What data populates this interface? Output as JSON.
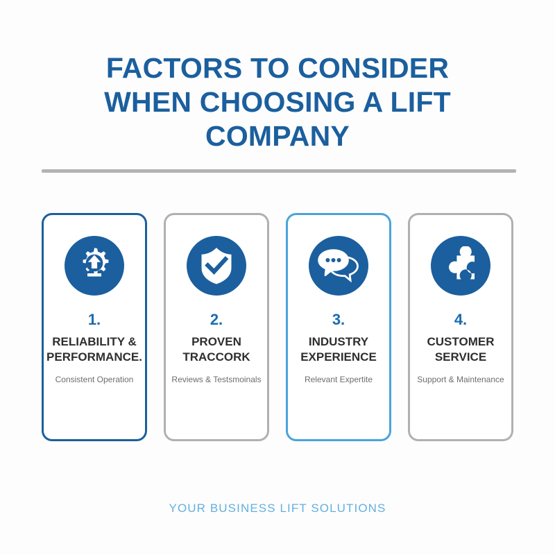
{
  "background_color": "#fdfdfd",
  "colors": {
    "primary_blue": "#1b5f9e",
    "light_blue": "#4aa3dc",
    "footer_blue": "#63afe0",
    "heading_gray": "#2e2e2e",
    "sub_gray": "#6d6d6d",
    "divider_gray": "#b3b3b3",
    "card_border_gray": "#b0b0b0"
  },
  "title": {
    "line1": "FACTORS TO CONSIDER",
    "line2": "WHEN CHOOSING A LIFT",
    "line3": "COMPANY"
  },
  "cards": [
    {
      "number": "1.",
      "heading": "RELIABILITY & PERFORMANCE.",
      "subtitle": "Consistent Operation",
      "icon": "gear-arrow-up-icon",
      "accent": "dark-blue"
    },
    {
      "number": "2.",
      "heading": "PROVEN TRACCORK",
      "subtitle": "Reviews & Testsmoinals",
      "icon": "shield-check-icon",
      "accent": "gray"
    },
    {
      "number": "3.",
      "heading": "INDUSTRY EXPERIENCE",
      "subtitle": "Relevant Expertite",
      "icon": "speech-bubbles-icon",
      "accent": "light-blue"
    },
    {
      "number": "4.",
      "heading": "CUSTOMER SERVICE",
      "subtitle": "Support & Maintenance",
      "icon": "puzzle-piece-icon",
      "accent": "gray"
    }
  ],
  "footer": {
    "text": "YOUR BUSINESS LIFT SOLUTIONS"
  }
}
